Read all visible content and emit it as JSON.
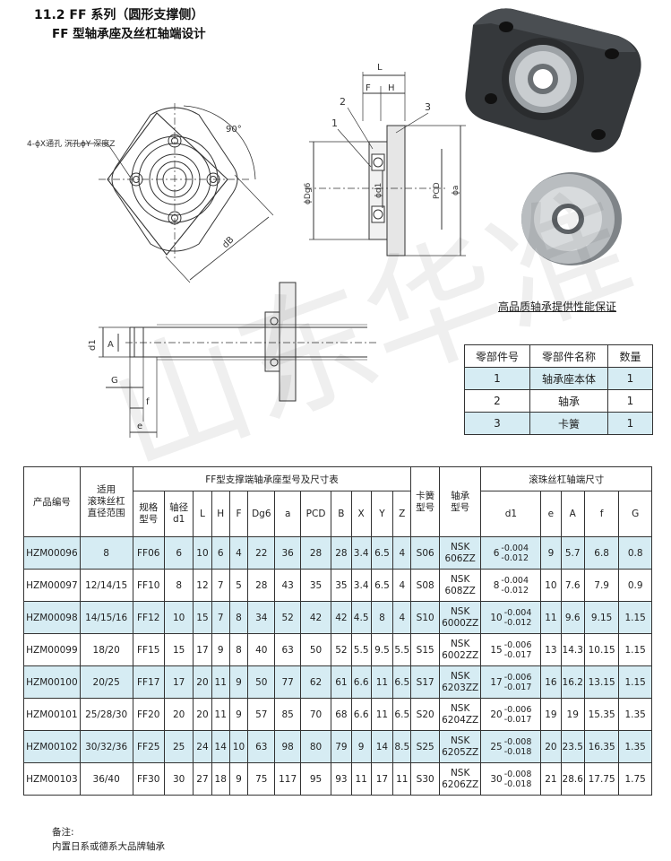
{
  "header": {
    "section_title": "11.2   FF 系列（圆形支撑侧）",
    "subtitle": "FF 型轴承座及丝杠轴端设计"
  },
  "drawing": {
    "hole_note": "4-ϕX通孔 沉孔ϕY 深度Z",
    "angle": "90°",
    "db": "dB",
    "L": "L",
    "F": "F",
    "H": "H",
    "n1": "1",
    "n2": "2",
    "n3": "3",
    "dg6": "ϕDg6",
    "d1": "ϕd1",
    "pcd": "PCD",
    "a": "ϕa",
    "d1b": "d1",
    "A": "A",
    "G": "G",
    "f": "f",
    "e": "e"
  },
  "quality_note": "高品质轴承提供性能保证",
  "parts_table": {
    "headers": [
      "零部件号",
      "零部件名称",
      "数量"
    ],
    "rows": [
      [
        "1",
        "轴承座本体",
        "1"
      ],
      [
        "2",
        "轴承",
        "1"
      ],
      [
        "3",
        "卡簧",
        "1"
      ]
    ]
  },
  "main_table": {
    "h_product": "产品编号",
    "h_range": "适用\n滚珠丝杠\n直径范围",
    "h_group": "FF型支撑端轴承座型号及尺寸表",
    "h_model": "规格\n型号",
    "h_d1": "轴径\nd1",
    "h_cols": [
      "L",
      "H",
      "F",
      "Dg6",
      "a",
      "PCD",
      "B",
      "X",
      "Y",
      "Z"
    ],
    "h_clip": "卡簧\n型号",
    "h_bearing": "轴承\n型号",
    "h_shaft": "滚珠丝杠轴端尺寸",
    "h_shaft_cols": [
      "d1",
      "e",
      "A",
      "f",
      "G"
    ],
    "rows": [
      {
        "code": "HZM00096",
        "range": "8",
        "model": "FF06",
        "d1": "6",
        "L": "10",
        "H": "6",
        "F": "4",
        "Dg6": "22",
        "a": "36",
        "PCD": "28",
        "B": "28",
        "X": "3.4",
        "Y": "6.5",
        "Z": "4",
        "clip": "S06",
        "brand": "NSK",
        "bearing": "606ZZ",
        "sd1": "6",
        "tol_up": "-0.004",
        "tol_lo": "-0.012",
        "e": "9",
        "A": "5.7",
        "f": "6.8",
        "G": "0.8"
      },
      {
        "code": "HZM00097",
        "range": "12/14/15",
        "model": "FF10",
        "d1": "8",
        "L": "12",
        "H": "7",
        "F": "5",
        "Dg6": "28",
        "a": "43",
        "PCD": "35",
        "B": "35",
        "X": "3.4",
        "Y": "6.5",
        "Z": "4",
        "clip": "S08",
        "brand": "NSK",
        "bearing": "608ZZ",
        "sd1": "8",
        "tol_up": "-0.004",
        "tol_lo": "-0.012",
        "e": "10",
        "A": "7.6",
        "f": "7.9",
        "G": "0.9"
      },
      {
        "code": "HZM00098",
        "range": "14/15/16",
        "model": "FF12",
        "d1": "10",
        "L": "15",
        "H": "7",
        "F": "8",
        "Dg6": "34",
        "a": "52",
        "PCD": "42",
        "B": "42",
        "X": "4.5",
        "Y": "8",
        "Z": "4",
        "clip": "S10",
        "brand": "NSK",
        "bearing": "6000ZZ",
        "sd1": "10",
        "tol_up": "-0.004",
        "tol_lo": "-0.012",
        "e": "11",
        "A": "9.6",
        "f": "9.15",
        "G": "1.15"
      },
      {
        "code": "HZM00099",
        "range": "18/20",
        "model": "FF15",
        "d1": "15",
        "L": "17",
        "H": "9",
        "F": "8",
        "Dg6": "40",
        "a": "63",
        "PCD": "50",
        "B": "52",
        "X": "5.5",
        "Y": "9.5",
        "Z": "5.5",
        "clip": "S15",
        "brand": "NSK",
        "bearing": "6002ZZ",
        "sd1": "15",
        "tol_up": "-0.006",
        "tol_lo": "-0.017",
        "e": "13",
        "A": "14.3",
        "f": "10.15",
        "G": "1.15"
      },
      {
        "code": "HZM00100",
        "range": "20/25",
        "model": "FF17",
        "d1": "17",
        "L": "20",
        "H": "11",
        "F": "9",
        "Dg6": "50",
        "a": "77",
        "PCD": "62",
        "B": "61",
        "X": "6.6",
        "Y": "11",
        "Z": "6.5",
        "clip": "S17",
        "brand": "NSK",
        "bearing": "6203ZZ",
        "sd1": "17",
        "tol_up": "-0.006",
        "tol_lo": "-0.017",
        "e": "16",
        "A": "16.2",
        "f": "13.15",
        "G": "1.15"
      },
      {
        "code": "HZM00101",
        "range": "25/28/30",
        "model": "FF20",
        "d1": "20",
        "L": "20",
        "H": "11",
        "F": "9",
        "Dg6": "57",
        "a": "85",
        "PCD": "70",
        "B": "68",
        "X": "6.6",
        "Y": "11",
        "Z": "6.5",
        "clip": "S20",
        "brand": "NSK",
        "bearing": "6204ZZ",
        "sd1": "20",
        "tol_up": "-0.006",
        "tol_lo": "-0.017",
        "e": "19",
        "A": "19",
        "f": "15.35",
        "G": "1.35"
      },
      {
        "code": "HZM00102",
        "range": "30/32/36",
        "model": "FF25",
        "d1": "25",
        "L": "24",
        "H": "14",
        "F": "10",
        "Dg6": "63",
        "a": "98",
        "PCD": "80",
        "B": "79",
        "X": "9",
        "Y": "14",
        "Z": "8.5",
        "clip": "S25",
        "brand": "NSK",
        "bearing": "6205ZZ",
        "sd1": "25",
        "tol_up": "-0.008",
        "tol_lo": "-0.018",
        "e": "20",
        "A": "23.5",
        "f": "16.35",
        "G": "1.35"
      },
      {
        "code": "HZM00103",
        "range": "36/40",
        "model": "FF30",
        "d1": "30",
        "L": "27",
        "H": "18",
        "F": "9",
        "Dg6": "75",
        "a": "117",
        "PCD": "95",
        "B": "93",
        "X": "11",
        "Y": "17",
        "Z": "11",
        "clip": "S30",
        "brand": "NSK",
        "bearing": "6206ZZ",
        "sd1": "30",
        "tol_up": "-0.008",
        "tol_lo": "-0.018",
        "e": "21",
        "A": "28.6",
        "f": "17.75",
        "G": "1.75"
      }
    ]
  },
  "notes": {
    "label": "备注:",
    "text": "内置日系或德系大品牌轴承"
  },
  "colors": {
    "row_highlight": "#d6ecf3",
    "line": "#333333"
  },
  "watermark": "山东华准"
}
